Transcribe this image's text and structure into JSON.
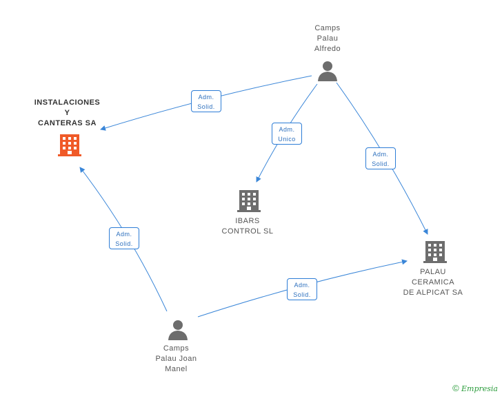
{
  "nodes": {
    "instalaciones": {
      "lines": [
        "INSTALACIONES",
        "Y",
        "CANTERAS SA"
      ],
      "color": "#f05a28"
    },
    "camps_alfredo": {
      "lines": [
        "Camps",
        "Palau",
        "Alfredo"
      ]
    },
    "ibars": {
      "lines": [
        "IBARS",
        "CONTROL SL"
      ]
    },
    "palau_ceramica": {
      "lines": [
        "PALAU",
        "CERAMICA",
        "DE ALPICAT SA"
      ]
    },
    "camps_joan": {
      "lines": [
        "Camps",
        "Palau Joan",
        "Manel"
      ]
    }
  },
  "edges": [
    {
      "label": [
        "Adm.",
        "Solid."
      ]
    },
    {
      "label": [
        "Adm.",
        "Unico"
      ]
    },
    {
      "label": [
        "Adm.",
        "Solid."
      ]
    },
    {
      "label": [
        "Adm.",
        "Solid."
      ]
    },
    {
      "label": [
        "Adm.",
        "Solid."
      ]
    }
  ],
  "colors": {
    "edge": "#3a86d8",
    "company": "#6d6d6d",
    "person": "#6d6d6d",
    "highlight": "#f05a28"
  },
  "footer": {
    "copyright": "©",
    "brand": "Empresia"
  }
}
